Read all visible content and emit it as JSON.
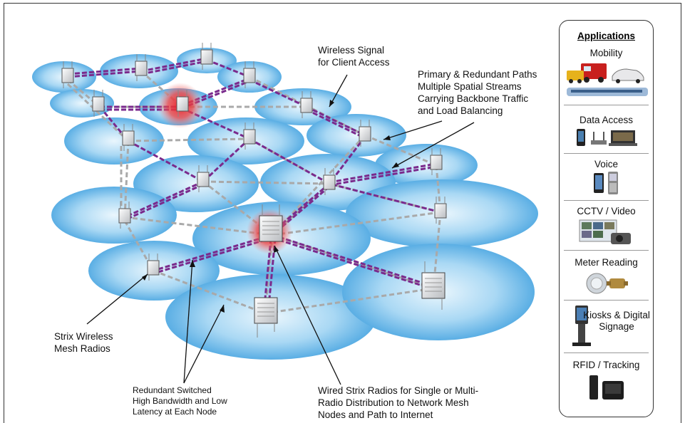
{
  "callouts": {
    "wireless_signal": [
      "Wireless Signal",
      "for Client Access"
    ],
    "primary_paths": [
      "Primary & Redundant Paths",
      "Multiple Spatial Streams",
      "Carrying Backbone Traffic",
      "and Load Balancing"
    ],
    "mesh_radios": [
      "Strix Wireless",
      "Mesh Radios"
    ],
    "redundant_switched": [
      "Redundant Switched",
      "High Bandwidth and Low",
      "Latency at Each Node"
    ],
    "wired_radios": [
      "Wired Strix Radios for Single or Multi-",
      "Radio Distribution to Network Mesh",
      "Nodes and Path to Internet"
    ]
  },
  "applications": {
    "title": "Applications",
    "items": [
      {
        "label": "Mobility",
        "icon": "vehicles-icon"
      },
      {
        "label": "Data Access",
        "icon": "devices-icon"
      },
      {
        "label": "Voice",
        "icon": "phones-icon"
      },
      {
        "label": "CCTV / Video",
        "icon": "camera-icon"
      },
      {
        "label": "Meter Reading",
        "icon": "meter-icon"
      },
      {
        "label": "Kiosks & Digital Signage",
        "icon": "kiosk-icon"
      },
      {
        "label": "RFID / Tracking",
        "icon": "rfid-icon"
      }
    ]
  },
  "colors": {
    "coverage": "#6fb6e8",
    "primary_link": "#7a2a8c",
    "redundant_link": "#a9a9a9",
    "hotspot": "#e8202a"
  }
}
